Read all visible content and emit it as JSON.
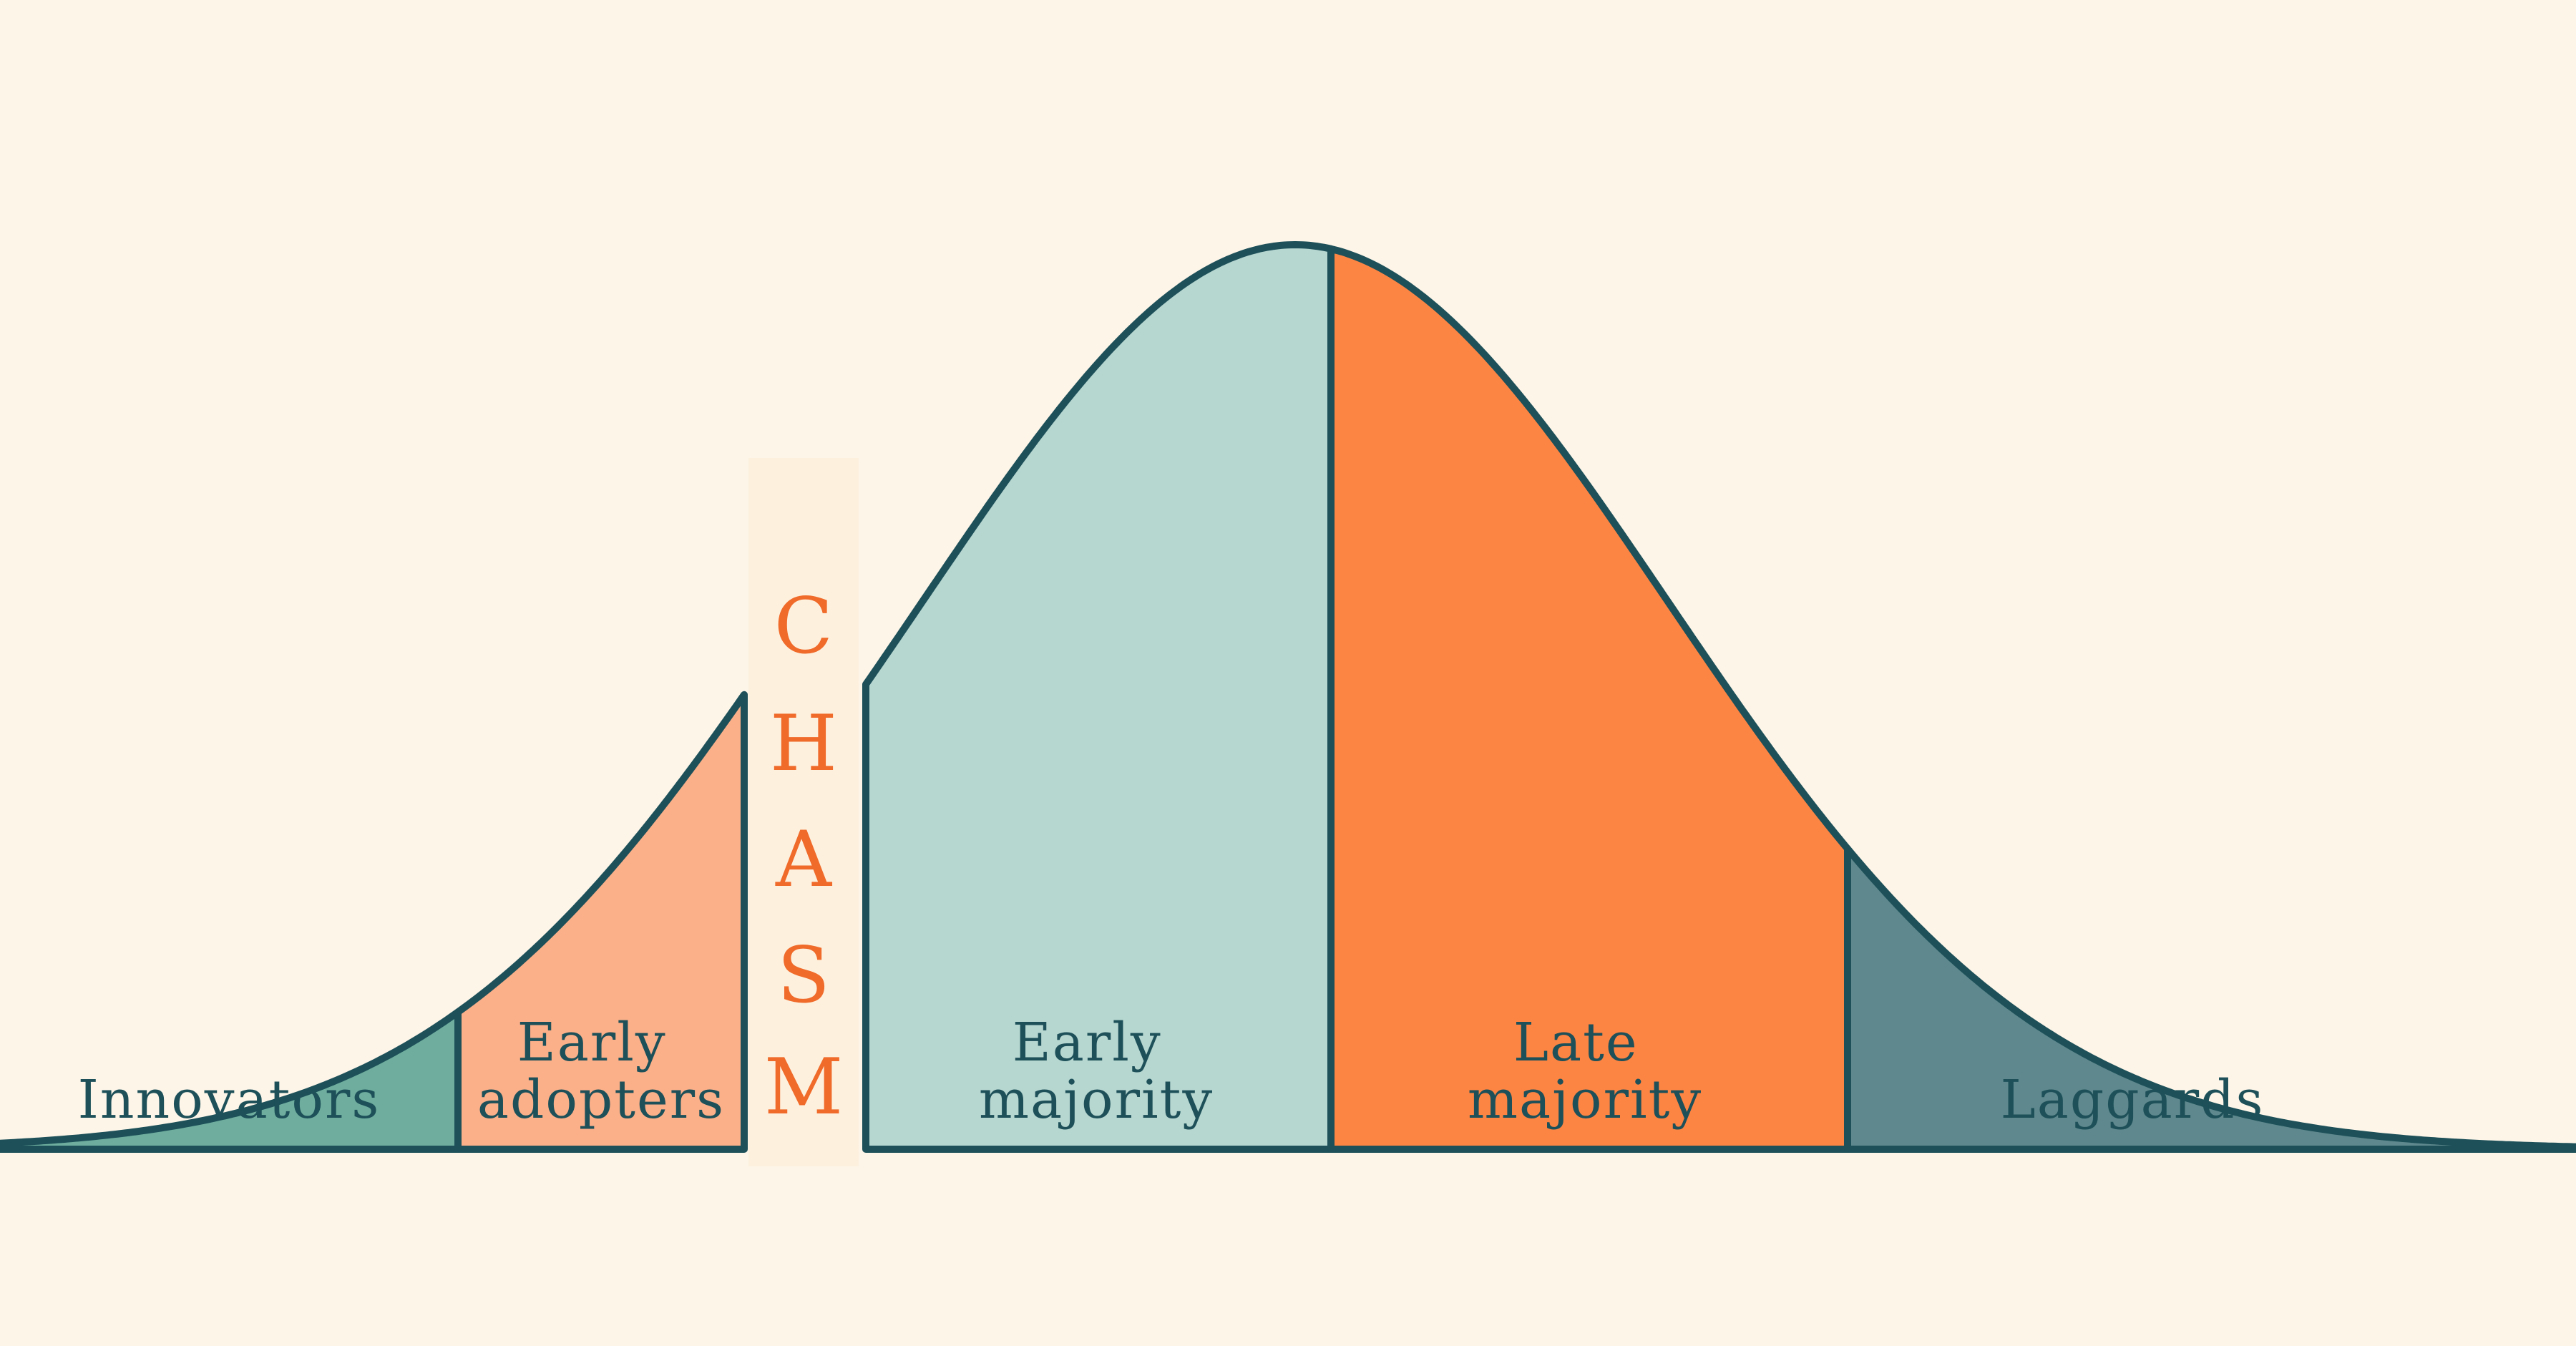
{
  "colors": {
    "background": "#fdf5e8",
    "outline": "#1d5059",
    "label_text": "#1d5059",
    "chasm_band": "#fdf1de",
    "chasm_text": "#f06a2a"
  },
  "segments": [
    {
      "id": "innovators",
      "lines": [
        "Innovators"
      ],
      "color": "#6fae9e"
    },
    {
      "id": "early-adopters",
      "lines": [
        "Early",
        "adopters"
      ],
      "color": "#fbb08a"
    },
    {
      "id": "early-majority",
      "lines": [
        "Early",
        "majority"
      ],
      "color": "#b6d6d0"
    },
    {
      "id": "late-majority",
      "lines": [
        "Late",
        "majority"
      ],
      "color": "#fd8544"
    },
    {
      "id": "laggards",
      "lines": [
        "Laggards"
      ],
      "color": "#5e888d"
    }
  ],
  "chasm": {
    "letters": [
      "C",
      "H",
      "A",
      "S",
      "M"
    ]
  }
}
